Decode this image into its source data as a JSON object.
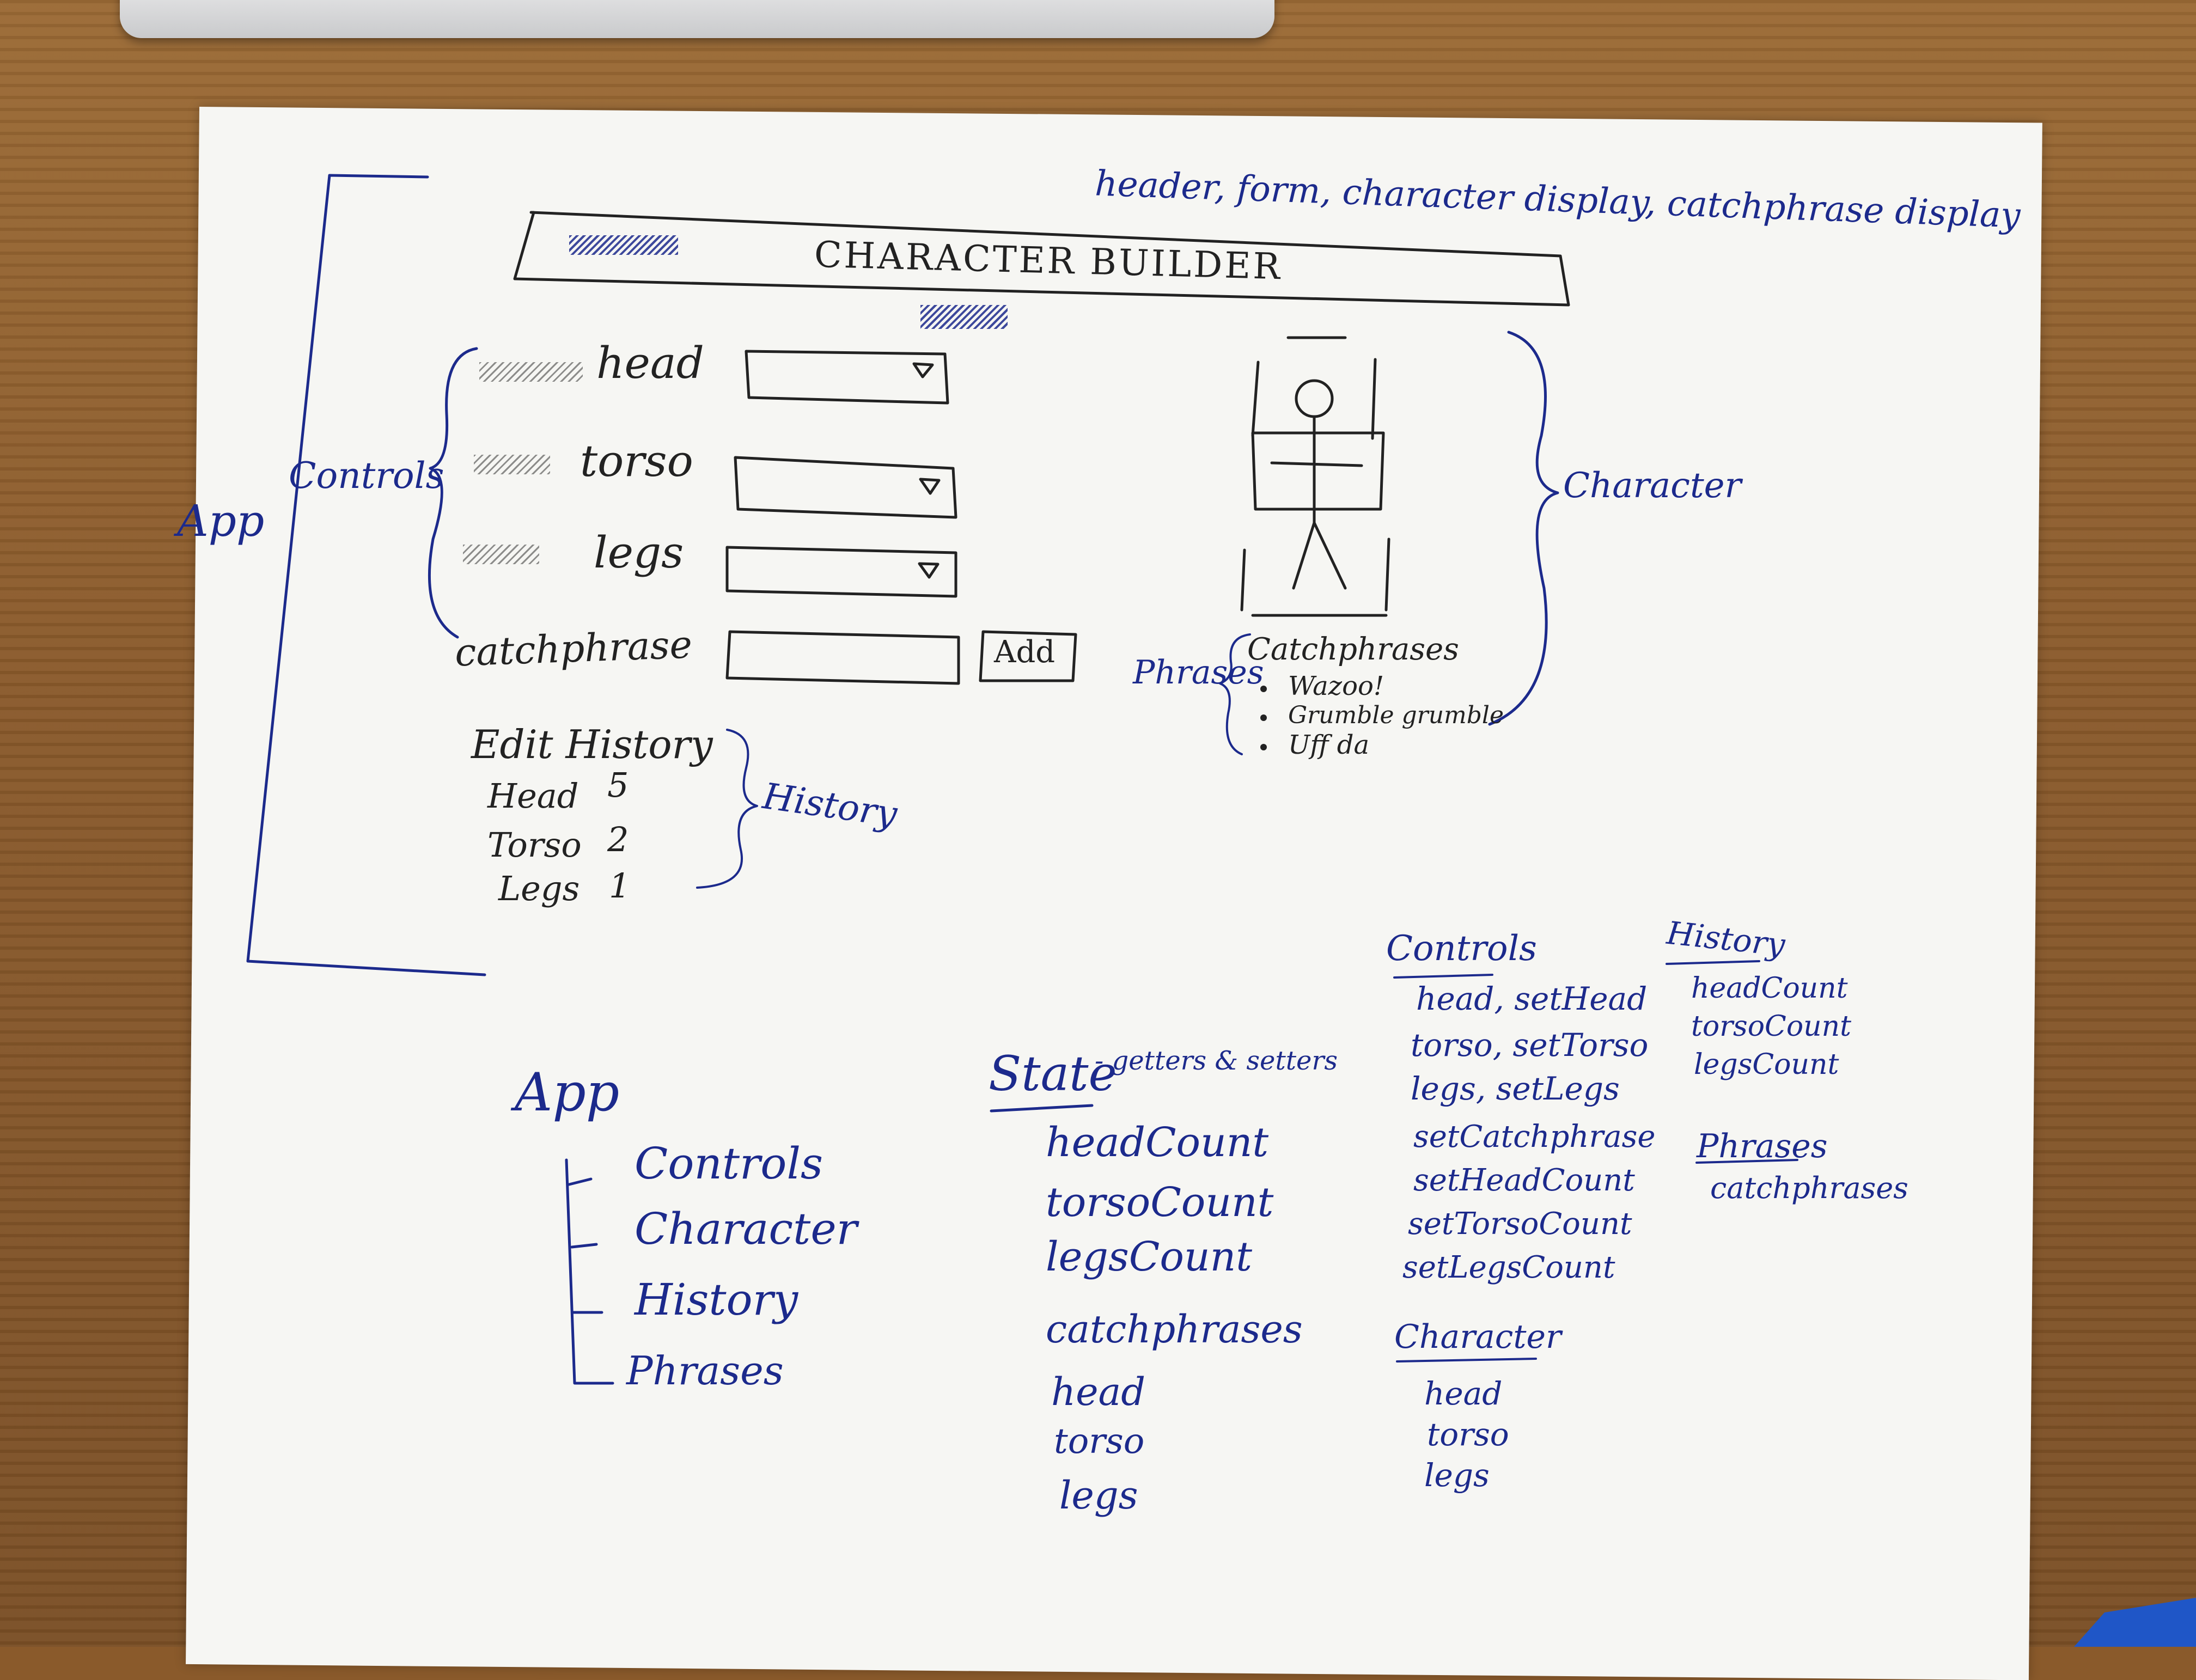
{
  "top_note": "header, form, character display, catchphrase display",
  "header": {
    "title": "CHARACTER BUILDER"
  },
  "wireframe": {
    "app_label": "App",
    "controls_label": "Controls",
    "fields": [
      {
        "label": "head"
      },
      {
        "label": "torso"
      },
      {
        "label": "legs"
      },
      {
        "label": "catchphrase"
      }
    ],
    "add_button": "Add",
    "history": {
      "title": "Edit History",
      "rows": [
        {
          "label": "Head",
          "value": "5"
        },
        {
          "label": "Torso",
          "value": "2"
        },
        {
          "label": "Legs",
          "value": "1"
        }
      ],
      "label": "History"
    },
    "character_label": "Character",
    "phrases": {
      "label": "Phrases",
      "title": "Catchphrases",
      "items": [
        "Wazoo!",
        "Grumble grumble",
        "Uff da"
      ]
    }
  },
  "tree": {
    "root": "App",
    "children": [
      "Controls",
      "Character",
      "History",
      "Phrases"
    ]
  },
  "state": {
    "title": "State",
    "subtitle": "- getters & setters",
    "items": [
      "headCount",
      "torsoCount",
      "legsCount",
      "catchphrases",
      "head",
      "torso",
      "legs"
    ]
  },
  "controls_props": {
    "title": "Controls",
    "items": [
      "head, setHead",
      "torso, setTorso",
      "legs, setLegs",
      "setCatchphrase",
      "setHeadCount",
      "setTorsoCount",
      "setLegsCount"
    ]
  },
  "character_props": {
    "title": "Character",
    "items": [
      "head",
      "torso",
      "legs"
    ]
  },
  "history_props": {
    "title": "History",
    "items": [
      "headCount",
      "torsoCount",
      "legsCount"
    ]
  },
  "phrases_props": {
    "title": "Phrases",
    "items": [
      "catchphrases"
    ]
  }
}
